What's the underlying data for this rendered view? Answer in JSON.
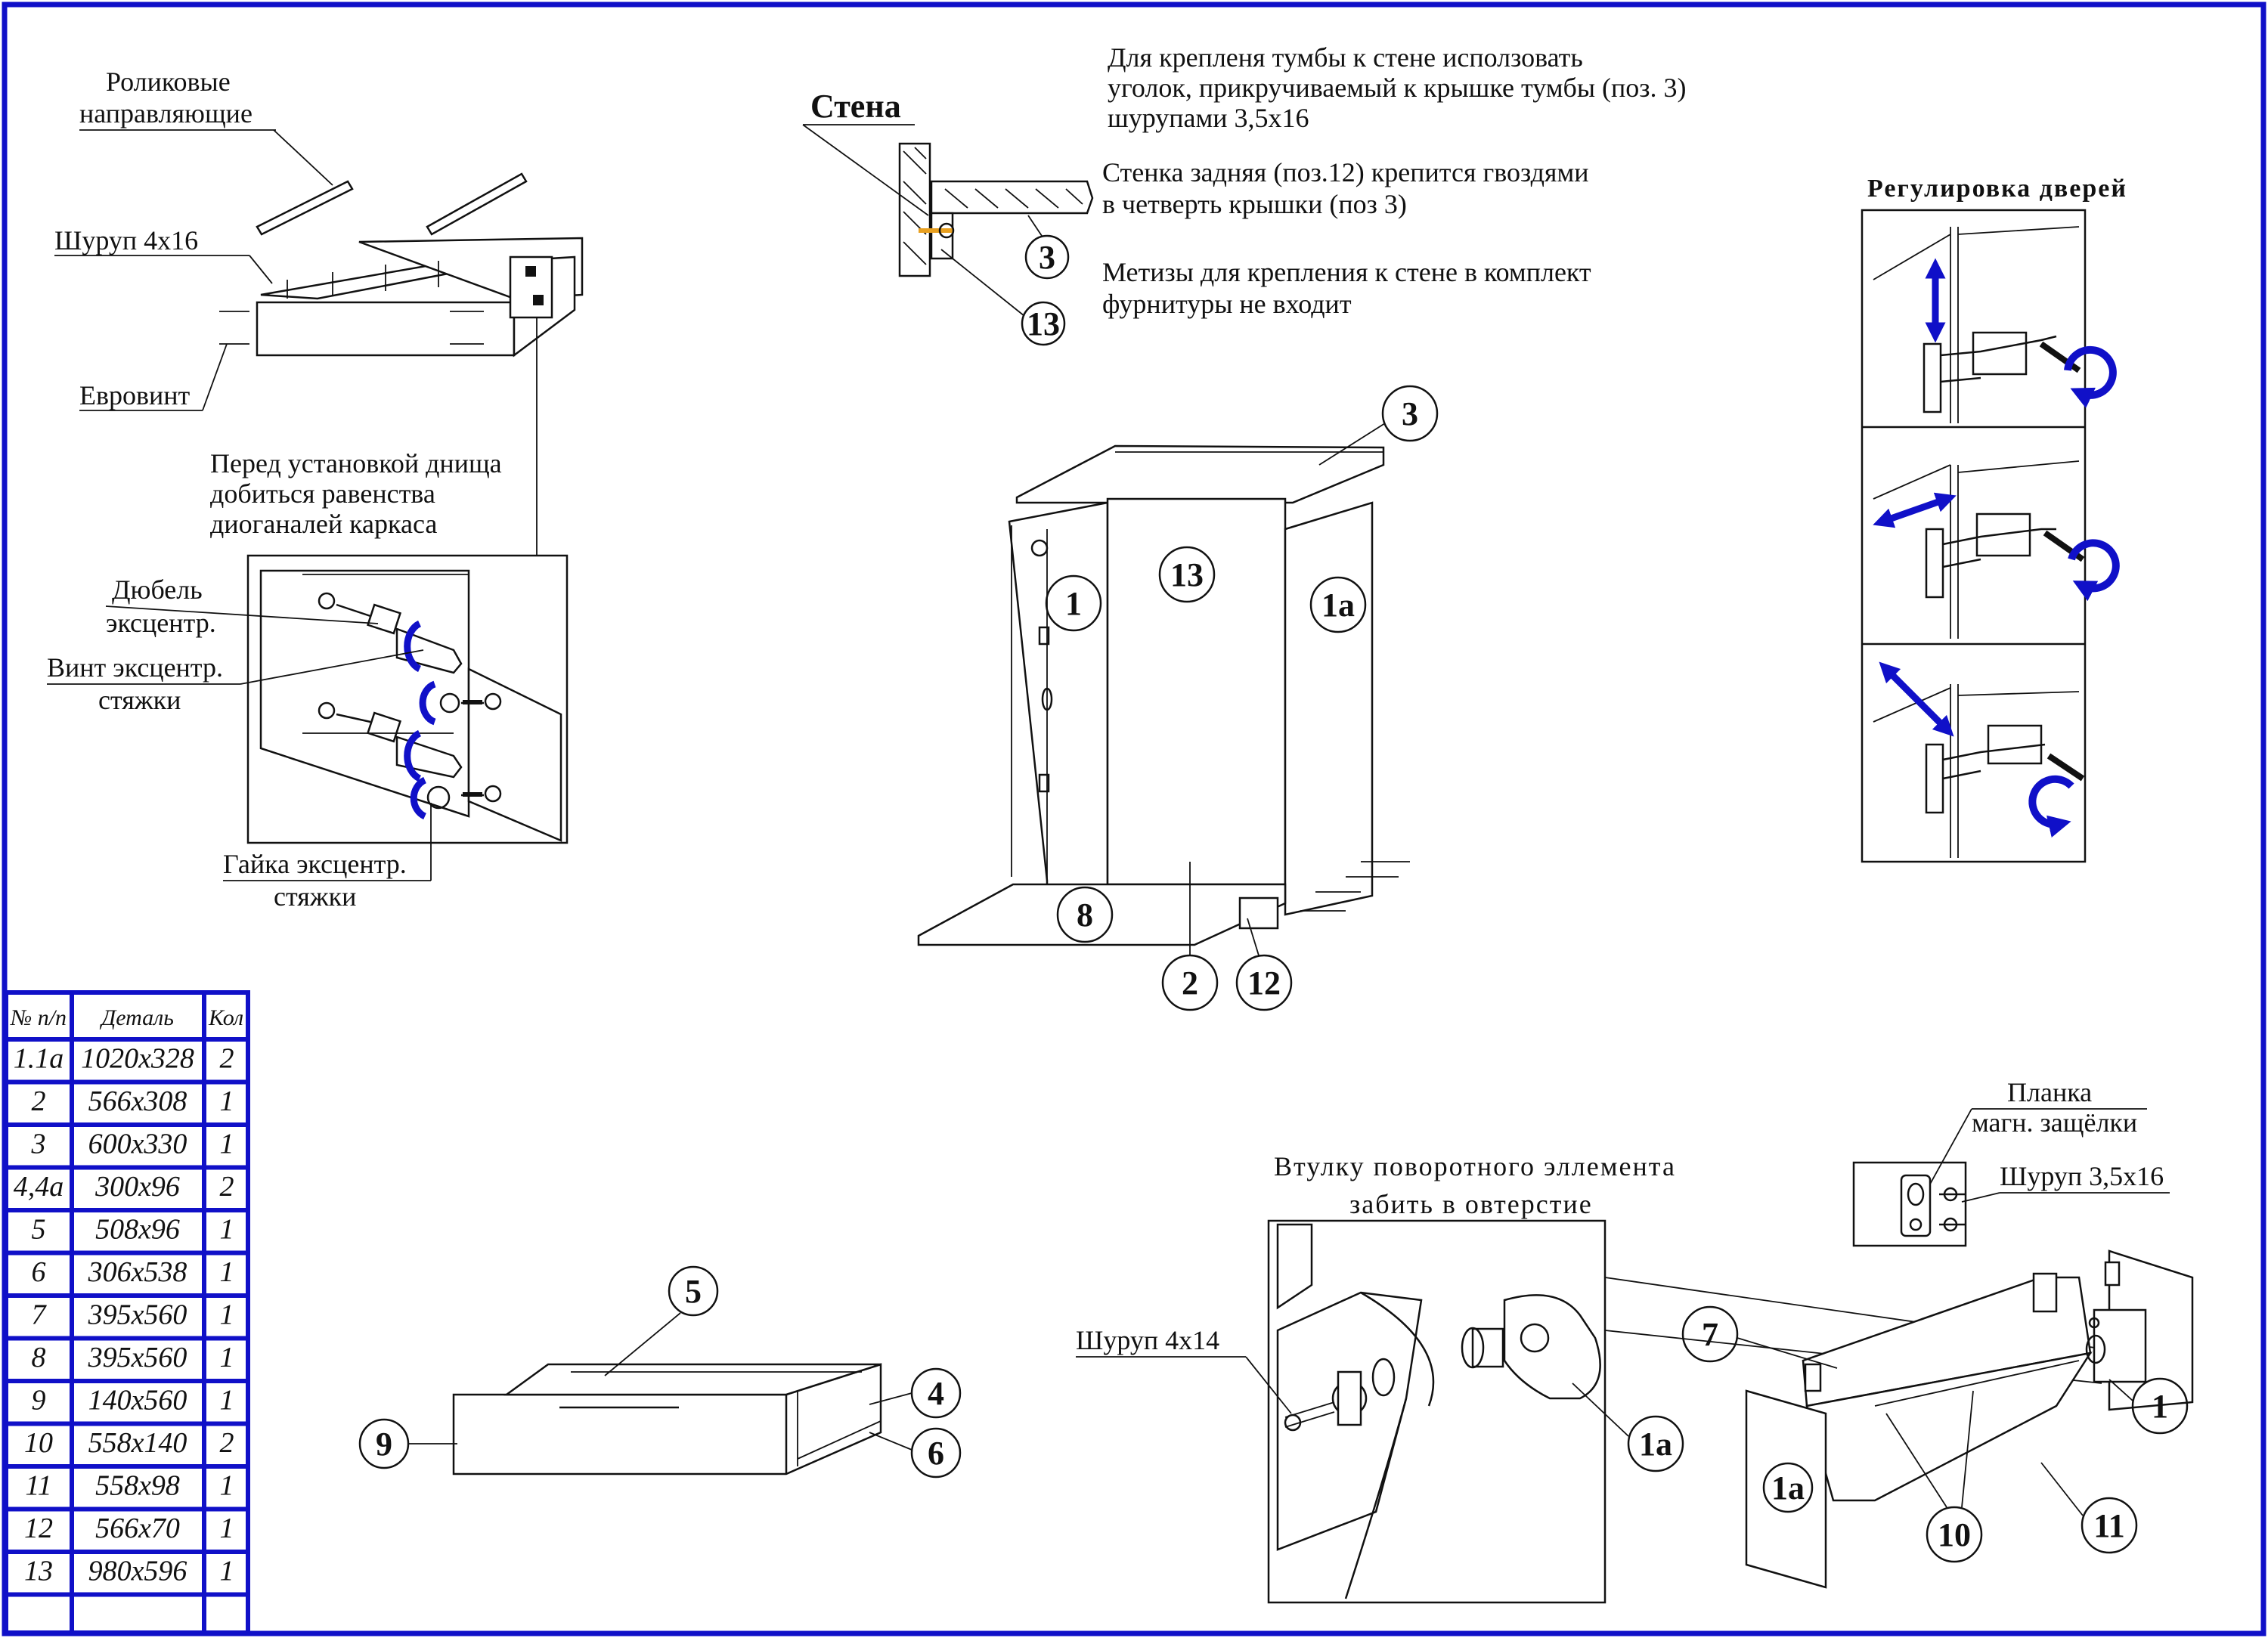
{
  "colors": {
    "accent": "#1010c8",
    "ink": "#111111",
    "paper": "#ffffff"
  },
  "left_top": {
    "roller_guides": [
      "Роликовые",
      "направляющие"
    ],
    "screw_4x16": "Шуруп 4х16",
    "eurovint": "Евровинт",
    "diagonal_note": [
      "Перед установкой днища",
      "добиться равенства",
      "диоганалей каркаса"
    ]
  },
  "left_detail": {
    "dowel": [
      "Дюбель",
      "эксцентр."
    ],
    "screw_eccentric": [
      "Винт эксцентр.",
      "стяжки"
    ],
    "nut_eccentric": [
      "Гайка эксцентр.",
      "стяжки"
    ]
  },
  "top_center": {
    "wall": "Стена",
    "notes": [
      "Для крепленя тумбы к стене исползовать",
      "уголок, прикручиваемый к крышке тумбы (поз. 3)",
      " шурупами 3,5х16",
      "Стенка задняя (поз.12) крепится гвоздями",
      "в четверть крышки (поз 3)",
      "Метизы для крепления к стене в комплект",
      "фурнитуры не входит"
    ],
    "callouts": [
      "3",
      "13"
    ]
  },
  "doors": {
    "title": "Регулировка дверей"
  },
  "cabinet": {
    "callouts": [
      "3",
      "13",
      "1",
      "1а",
      "8",
      "2",
      "12"
    ]
  },
  "drawer": {
    "callouts": [
      "5",
      "4",
      "6",
      "9"
    ]
  },
  "hinge": {
    "note": [
      "Втулку поворотного эллемента",
      "забить в овтерстие"
    ],
    "screw_4x14": "Шуруп 4х14",
    "callouts": [
      "1а"
    ]
  },
  "magnet": {
    "plate": [
      "Планка",
      "магн. защёлки"
    ],
    "screw_3_5x16": "Шуруп 3,5х16",
    "callouts": [
      "7",
      "1",
      "1а",
      "10",
      "11"
    ]
  },
  "parts_table": {
    "headers": [
      "№ п/п",
      "Деталь",
      "Кол"
    ],
    "rows": [
      [
        "1.1а",
        "1020х328",
        "2"
      ],
      [
        "2",
        "566х308",
        "1"
      ],
      [
        "3",
        "600х330",
        "1"
      ],
      [
        "4,4а",
        "300х96",
        "2"
      ],
      [
        "5",
        "508х96",
        "1"
      ],
      [
        "6",
        "306х538",
        "1"
      ],
      [
        "7",
        "395х560",
        "1"
      ],
      [
        "8",
        "395х560",
        "1"
      ],
      [
        "9",
        "140х560",
        "1"
      ],
      [
        "10",
        "558х140",
        "2"
      ],
      [
        "11",
        "558х98",
        "1"
      ],
      [
        "12",
        "566х70",
        "1"
      ],
      [
        "13",
        "980х596",
        "1"
      ],
      [
        "",
        "",
        ""
      ]
    ]
  }
}
